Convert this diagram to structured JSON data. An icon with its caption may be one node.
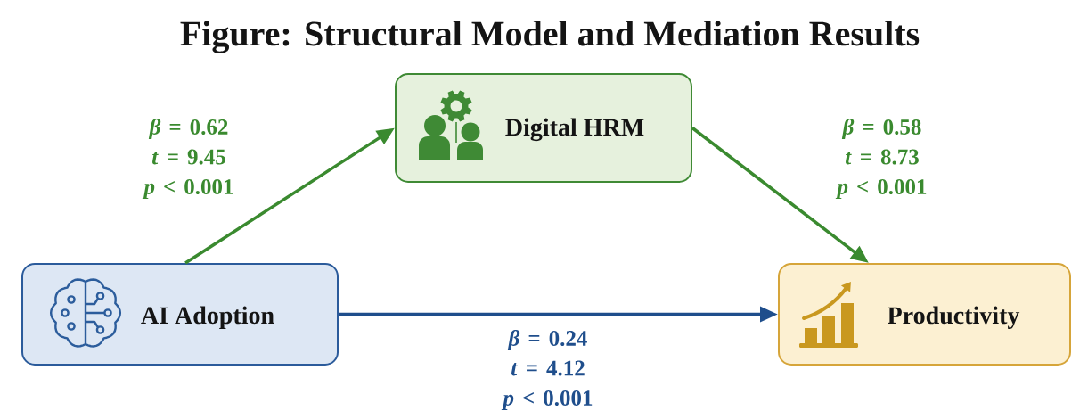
{
  "diagram": {
    "title": "Figure: Structural Model and Mediation Results",
    "nodes": [
      {
        "text": [
          "AI Adoption"
        ]
      },
      {
        "text": [
          "Digital HRM"
        ]
      },
      {
        "text": [
          "Productivity"
        ]
      }
    ],
    "edges": [
      {
        "from": 0,
        "to": 1,
        "arrow": "to",
        "label": "*β* = 0.62 *t* = 9.45 *p* < 0.001"
      },
      {
        "from": 1,
        "to": 2,
        "arrow": "to",
        "label": "*β* = 0.58 *t* = 8.73 *p* < 0.001"
      },
      {
        "from": 0,
        "to": 2,
        "arrow": "to",
        "label": "*β* = 0.24 *t* = 4.12 *p* < 0.001",
        "color": "#1f4e8c"
      }
    ]
  }
}
